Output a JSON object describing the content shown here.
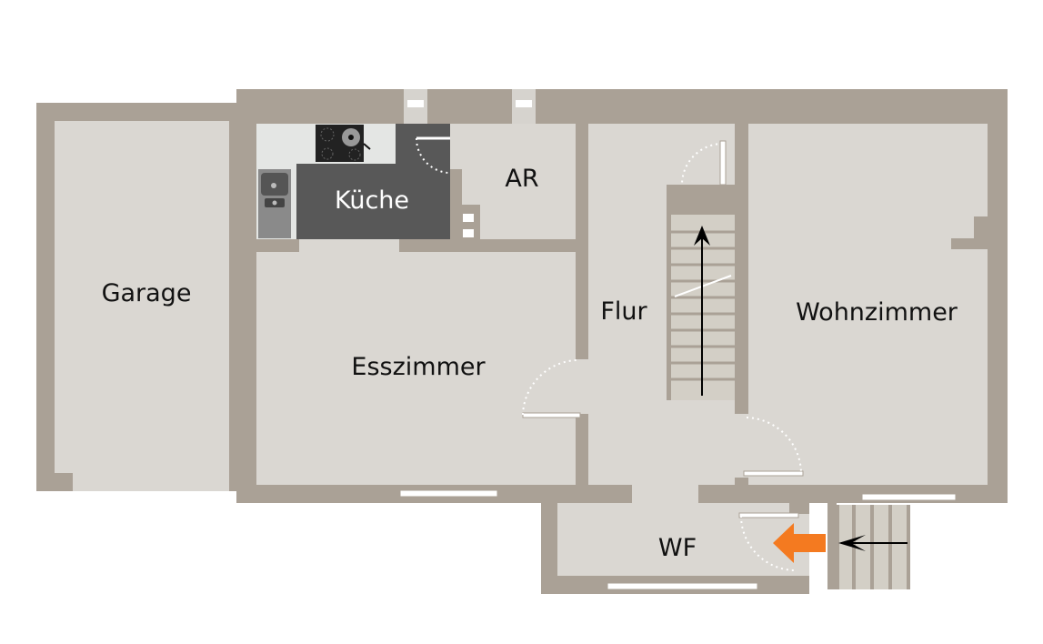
{
  "rooms": {
    "garage": "Garage",
    "kueche": "Küche",
    "ar": "AR",
    "esszimmer": "Esszimmer",
    "flur": "Flur",
    "wohnzimmer": "Wohnzimmer",
    "wf": "WF"
  },
  "colors": {
    "wall": "#aaa196",
    "floor": "#dad7d2",
    "kitchen_floor": "#585858",
    "entrance_arrow": "#f47a20"
  },
  "icons": [
    "stair-direction-arrow-icon",
    "entrance-arrow-icon",
    "stove-icon",
    "sink-icon"
  ]
}
